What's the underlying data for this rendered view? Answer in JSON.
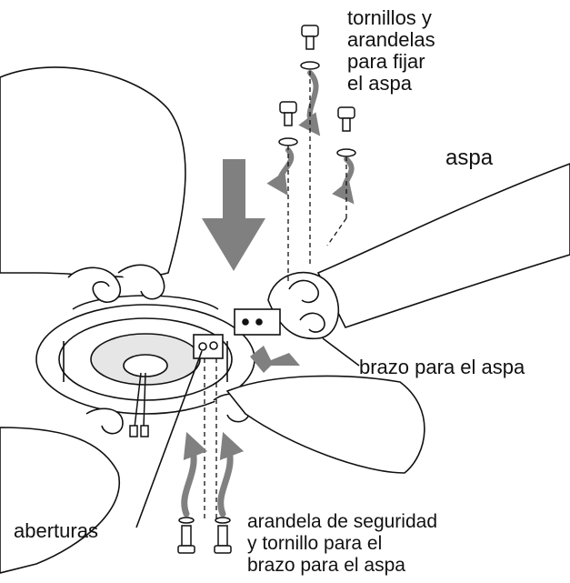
{
  "labels": {
    "mounting_screws": "tornillos y\narandelas\npara fijar\nel aspa",
    "blade": "aspa",
    "blade_arm": "brazo para el aspa",
    "holes": "aberturas",
    "lock_washer_screw": "arandela de seguridad\ny tornillo para el\nbrazo para el aspa"
  },
  "colors": {
    "line": "#111111",
    "arrow": "#808080",
    "fill": "#ffffff",
    "shade": "#d0d0d0"
  },
  "icons": [
    "screw-icon",
    "washer-icon",
    "curved-arrow-icon",
    "down-arrow-icon"
  ]
}
